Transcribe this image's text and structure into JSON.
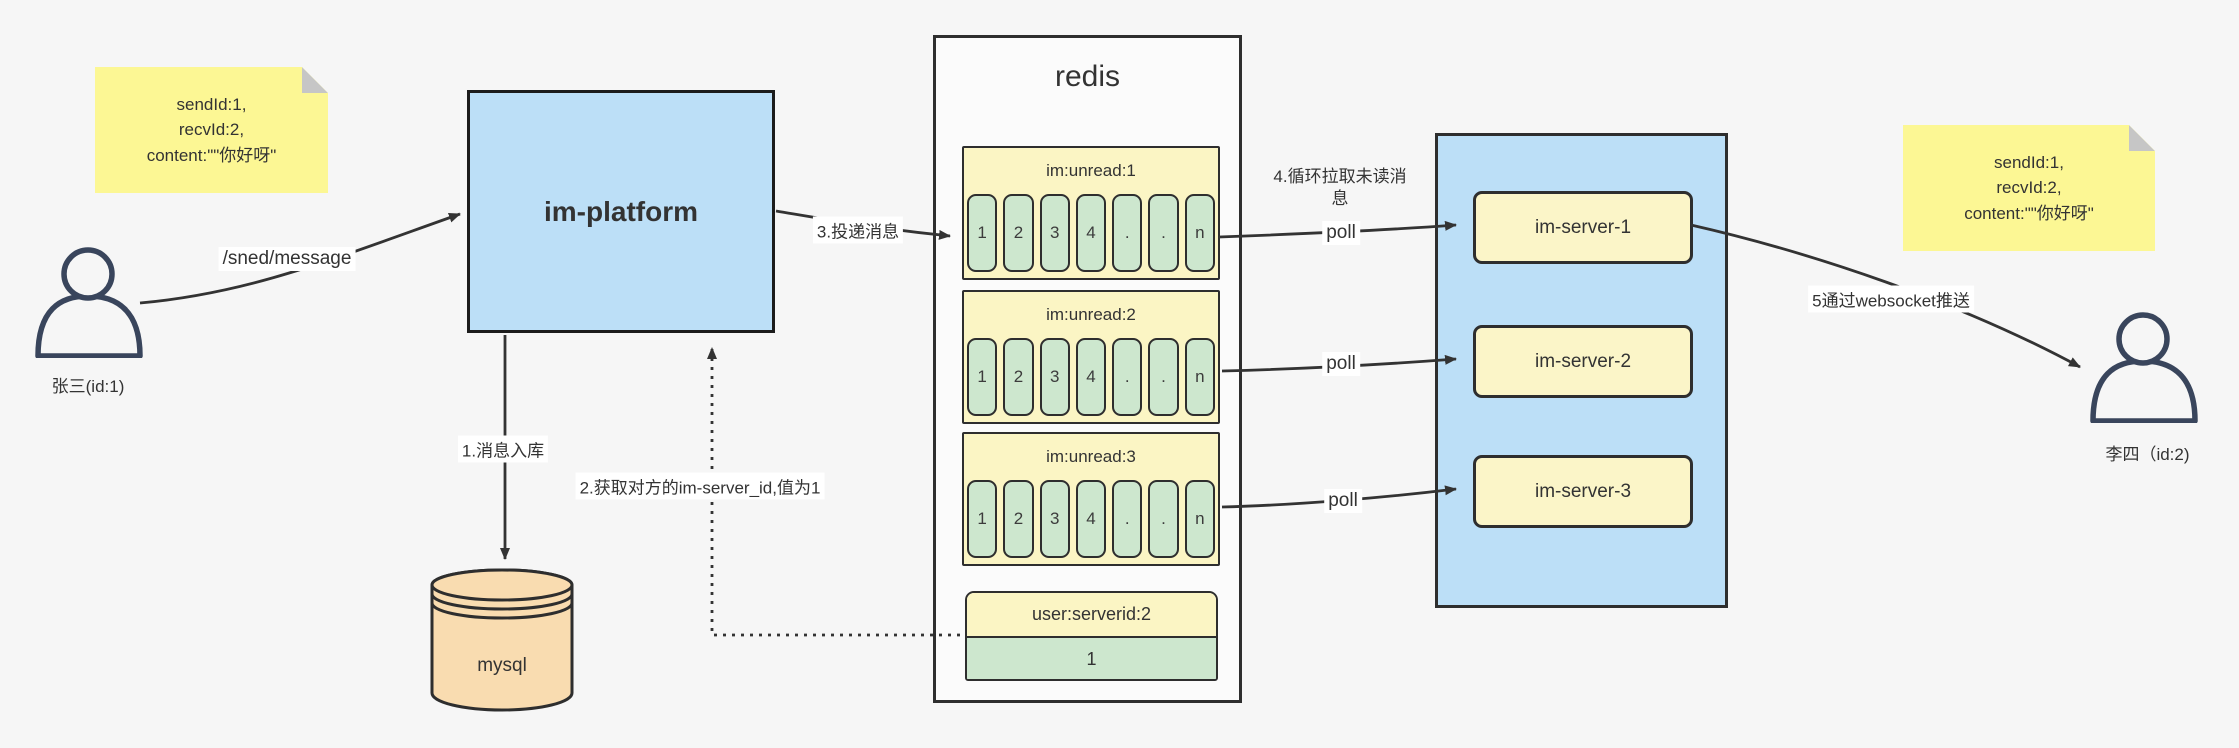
{
  "palette": {
    "background": "#f6f6f6",
    "blue": "#bcdff7",
    "note_yellow": "#fcf794",
    "pale_yellow": "#fbf5c4",
    "green": "#cde7ce",
    "peach": "#f9dcb0",
    "line": "#333333"
  },
  "actors": {
    "sender": {
      "name": "张三(id:1)"
    },
    "receiver": {
      "name": "李四（id:2)"
    }
  },
  "notes": {
    "left": {
      "line1": "sendId:1,",
      "line2": "recvId:2,",
      "line3": "content:\"\"你好呀\""
    },
    "right": {
      "line1": "sendId:1,",
      "line2": "recvId:2,",
      "line3": "content:\"\"你好呀\""
    }
  },
  "platform": {
    "title": "im-platform"
  },
  "database": {
    "title": "mysql"
  },
  "redis": {
    "title": "redis",
    "queues": [
      {
        "name": "im:unread:1",
        "cells": [
          "1",
          "2",
          "3",
          "4",
          ".",
          ".",
          "n"
        ]
      },
      {
        "name": "im:unread:2",
        "cells": [
          "1",
          "2",
          "3",
          "4",
          ".",
          ".",
          "n"
        ]
      },
      {
        "name": "im:unread:3",
        "cells": [
          "1",
          "2",
          "3",
          "4",
          ".",
          ".",
          "n"
        ]
      }
    ],
    "kv": {
      "key": "user:serverid:2",
      "value": "1"
    }
  },
  "cluster": {
    "servers": [
      {
        "name": "im-server-1"
      },
      {
        "name": "im-server-2"
      },
      {
        "name": "im-server-3"
      }
    ]
  },
  "labels": {
    "send": "/sned/message",
    "store": "1.消息入库",
    "lookup": "2.获取对方的im-server_id,值为1",
    "deliver": "3.投递消息",
    "pull": "4.循环拉取未读消息",
    "poll1": "poll",
    "poll2": "poll",
    "poll3": "poll",
    "push": "5通过websocket推送"
  }
}
